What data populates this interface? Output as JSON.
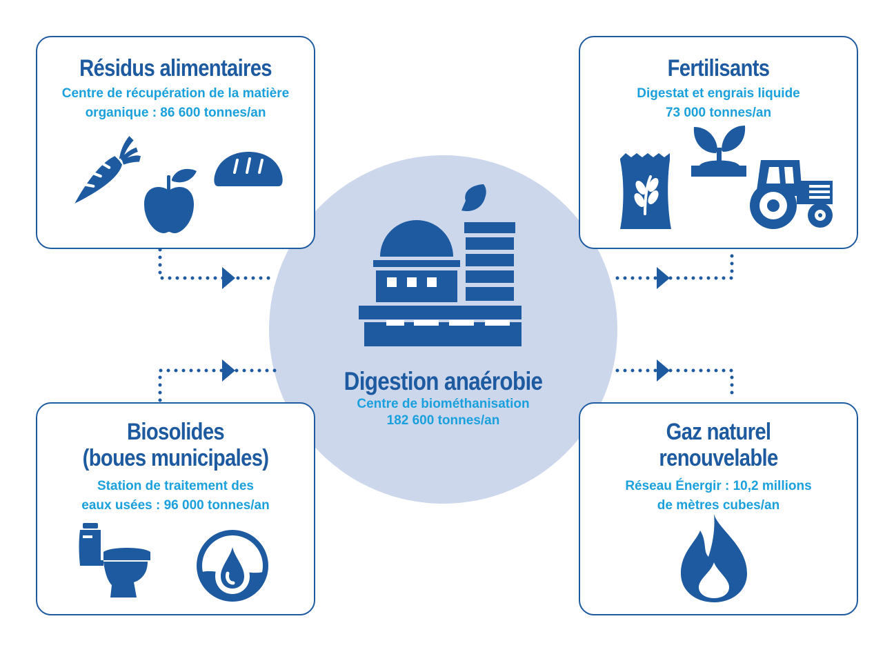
{
  "center": {
    "title": "Digestion anaérobie",
    "subtitle_line1": "Centre de biométhanisation",
    "subtitle_line2": "182 600 tonnes/an"
  },
  "inputs": [
    {
      "title_lines": [
        "Résidus alimentaires"
      ],
      "subtitle_lines": [
        "Centre de récupération de la matière",
        "organique : 86 600 tonnes/an"
      ],
      "icons": [
        "carrot-icon",
        "apple-icon",
        "bread-icon"
      ]
    },
    {
      "title_lines": [
        "Biosolides",
        "(boues municipales)"
      ],
      "subtitle_lines": [
        "Station de traitement des",
        "eaux usées : 96 000 tonnes/an"
      ],
      "icons": [
        "toilet-icon",
        "water-drop-icon"
      ]
    }
  ],
  "outputs": [
    {
      "title_lines": [
        "Fertilisants"
      ],
      "subtitle_lines": [
        "Digestat et engrais liquide",
        "73 000 tonnes/an"
      ],
      "icons": [
        "fertilizer-bag-icon",
        "sprout-icon",
        "tractor-icon"
      ]
    },
    {
      "title_lines": [
        "Gaz naturel",
        "renouvelable"
      ],
      "subtitle_lines": [
        "Réseau Énergir : 10,2 millions",
        "de mètres cubes/an"
      ],
      "icons": [
        "flame-icon"
      ]
    }
  ],
  "colors": {
    "primary": "#1d5aa0",
    "accent": "#1aa0dc",
    "hub": "#ccd7ec",
    "background": "#ffffff"
  }
}
